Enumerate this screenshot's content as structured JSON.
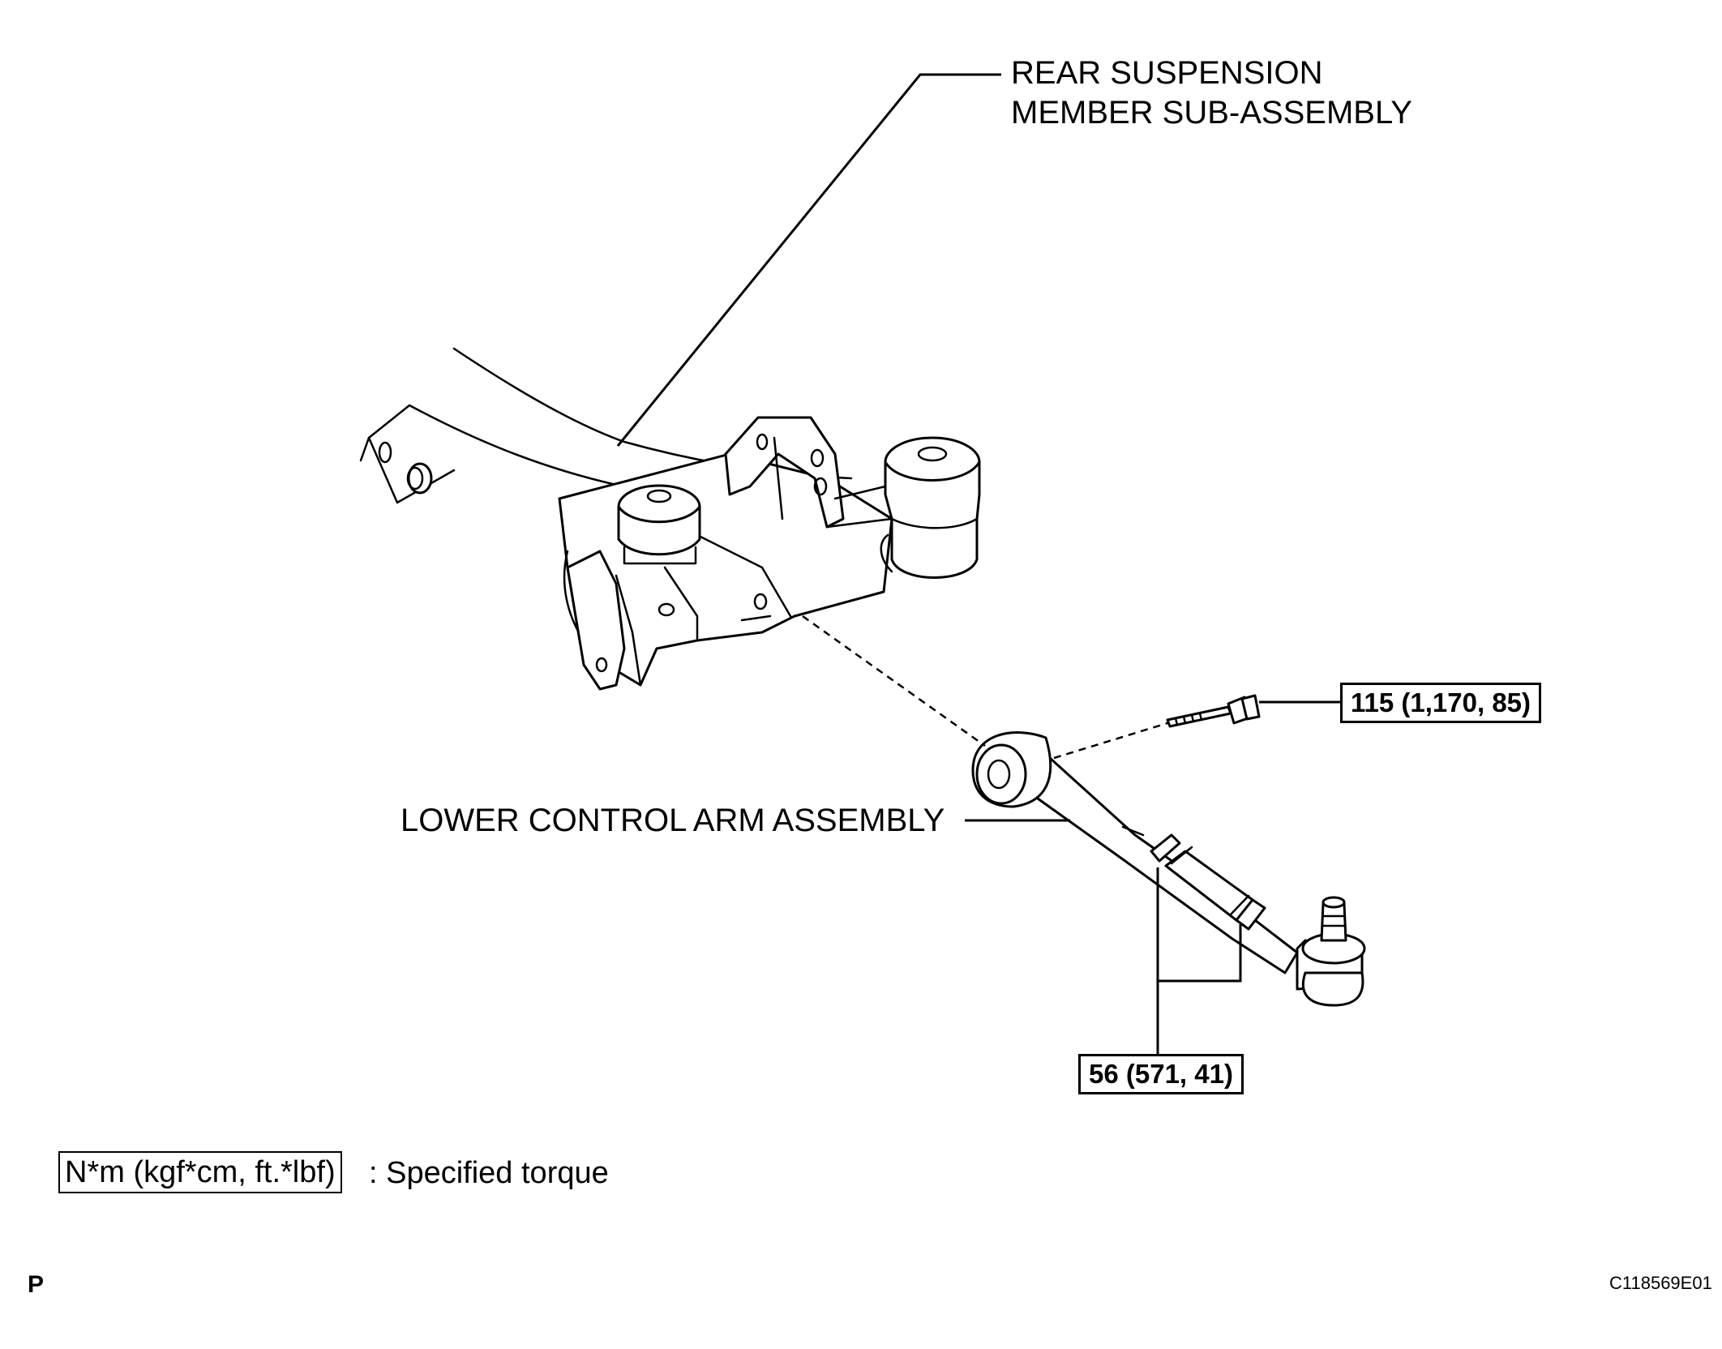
{
  "labels": {
    "rear_member": [
      "REAR SUSPENSION",
      "MEMBER SUB-ASSEMBLY"
    ],
    "lower_arm": "LOWER CONTROL ARM ASSEMBLY"
  },
  "torque_specs": {
    "bolt": "115 (1,170, 85)",
    "arm_locknuts": "56 (571, 41)"
  },
  "legend": {
    "units": "N*m (kgf*cm, ft.*lbf)",
    "description": ": Specified torque"
  },
  "footer": {
    "section_letter": "P",
    "figure_code": "C118569E01"
  }
}
